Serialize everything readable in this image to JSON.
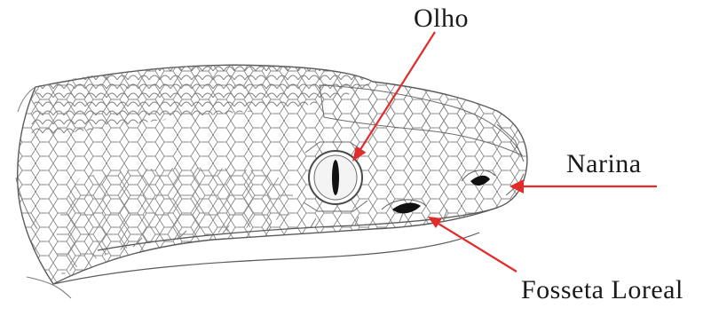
{
  "labels": {
    "eye": "Olho",
    "nostril": "Narina",
    "pit": "Fosseta Loreal"
  },
  "colors": {
    "arrow": "#e32b2b",
    "line": "#5a5a5a",
    "background": "#ffffff"
  }
}
